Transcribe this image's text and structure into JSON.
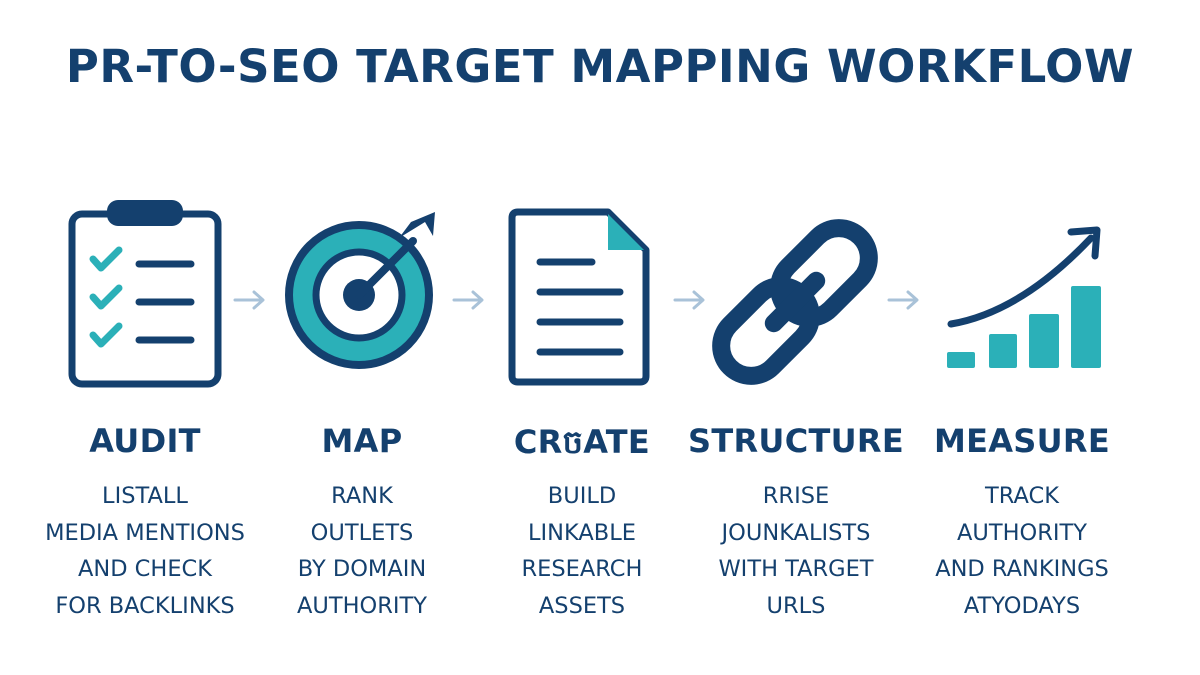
{
  "title": "PR-TO-SEO TARGET MAPPING WORKFLOW",
  "colors": {
    "navy": "#14406e",
    "teal": "#2bb0b8",
    "arrow": "#a9c2d8"
  },
  "steps": [
    {
      "icon": "clipboard-checklist-icon",
      "title": "AUDIT",
      "lines": [
        "LISTALL",
        "MEDIA MENTIONS",
        "AND CHECK",
        "FOR BACKLINKS"
      ]
    },
    {
      "icon": "target-dart-icon",
      "title": "MAP",
      "lines": [
        "RANK",
        "OUTLETS",
        "BY DOMAIN",
        "AUTHORITY"
      ]
    },
    {
      "icon": "document-icon",
      "title": "CRចATE",
      "lines": [
        "BUILD",
        "LINKABLE",
        "RESEARCH",
        "ASSETS"
      ]
    },
    {
      "icon": "chain-link-icon",
      "title": "STRUCTURE",
      "lines": [
        "RRISE",
        "JOUNKALISTS",
        "WITH TARGET",
        "URLs"
      ]
    },
    {
      "icon": "growth-chart-icon",
      "title": "MEASURE",
      "lines": [
        "TRACK",
        "AUTHORITY",
        "AND RANKINGS",
        "ATYODAYS"
      ]
    }
  ]
}
